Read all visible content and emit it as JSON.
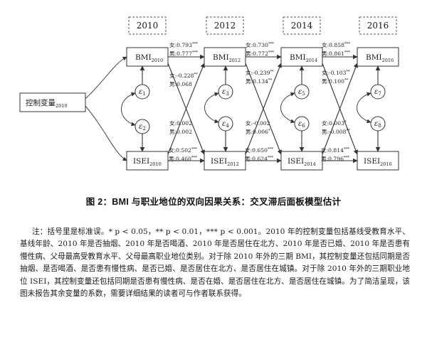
{
  "figure": {
    "years": [
      "2010",
      "2012",
      "2014",
      "2016"
    ],
    "control": {
      "name": "控制变量",
      "sub": "2010"
    },
    "bmi": [
      {
        "name": "BMI",
        "sub": "2010"
      },
      {
        "name": "BMI",
        "sub": "2012"
      },
      {
        "name": "BMI",
        "sub": "2014"
      },
      {
        "name": "BMI",
        "sub": "2016"
      }
    ],
    "isei": [
      {
        "name": "ISEI",
        "sub": "2010"
      },
      {
        "name": "ISEI",
        "sub": "2012"
      },
      {
        "name": "ISEI",
        "sub": "2014"
      },
      {
        "name": "ISEI",
        "sub": "2016"
      }
    ],
    "errors": [
      {
        "sym": "ε",
        "sub": "1"
      },
      {
        "sym": "ε",
        "sub": "2"
      },
      {
        "sym": "ε",
        "sub": "3"
      },
      {
        "sym": "ε",
        "sub": "4"
      },
      {
        "sym": "ε",
        "sub": "5"
      },
      {
        "sym": "ε",
        "sub": "6"
      },
      {
        "sym": "ε",
        "sub": "7"
      },
      {
        "sym": "ε",
        "sub": "8"
      }
    ],
    "coefficients": {
      "bmi_auto": [
        [
          {
            "g": "女",
            "v": "0.793",
            "sig": "***"
          },
          {
            "g": "男",
            "v": "0.777",
            "sig": "***"
          }
        ],
        [
          {
            "g": "女",
            "v": "0.730",
            "sig": "***"
          },
          {
            "g": "男",
            "v": "0.772",
            "sig": "***"
          }
        ],
        [
          {
            "g": "女",
            "v": "0.858",
            "sig": "***"
          },
          {
            "g": "男",
            "v": "0.861",
            "sig": "***"
          }
        ]
      ],
      "isei_auto": [
        [
          {
            "g": "女",
            "v": "0.502",
            "sig": "***"
          },
          {
            "g": "男",
            "v": "0.460",
            "sig": "***"
          }
        ],
        [
          {
            "g": "女",
            "v": "0.650",
            "sig": "***"
          },
          {
            "g": "男",
            "v": "0.624",
            "sig": "***"
          }
        ],
        [
          {
            "g": "女",
            "v": "0.814",
            "sig": "***"
          },
          {
            "g": "男",
            "v": "0.796",
            "sig": "***"
          }
        ]
      ],
      "bmi_to_isei": [
        [
          {
            "g": "女",
            "v": "-0.228",
            "sig": "**"
          },
          {
            "g": "男",
            "v": "0.068",
            "sig": ""
          }
        ],
        [
          {
            "g": "女",
            "v": "-0.239",
            "sig": "**"
          },
          {
            "g": "男",
            "v": "0.134",
            "sig": "**"
          }
        ],
        [
          {
            "g": "女",
            "v": "-0.103",
            "sig": "**"
          },
          {
            "g": "男",
            "v": "0.100",
            "sig": "**"
          }
        ]
      ],
      "isei_to_bmi": [
        [
          {
            "g": "女",
            "v": "0.002",
            "sig": ""
          },
          {
            "g": "男",
            "v": "0.002",
            "sig": ""
          }
        ],
        [
          {
            "g": "女",
            "v": "-0.002",
            "sig": ""
          },
          {
            "g": "男",
            "v": "0.006",
            "sig": "*"
          }
        ],
        [
          {
            "g": "女",
            "v": "0.003",
            "sig": "*"
          },
          {
            "g": "男",
            "v": "-0.008",
            "sig": "**"
          }
        ]
      ]
    }
  },
  "caption": "图 2：BMI 与职业地位的双向因果关系：交叉滞后面板模型估计",
  "note": "注：括号里是标准误。* p < 0.05，** p < 0.01，*** p < 0.001。2010 年的控制变量包括基线受教育水平、基线年龄、2010 年是否抽烟、2010 年是否喝酒、2010 年是否居住在北方、2010 年是否已婚、2010 年是否患有慢性病、父母最高受教育水平、父母最高职业地位类别。对于除 2010 年外的三期 BMI，其控制变量还包括同期是否抽烟、是否喝酒、是否患有慢性病、是否已婚、是否居住在北方、是否居住在城镇。对于除 2010 年外的三期职业地位 ISEI，其控制变量还包括同期是否患有慢性病、是否在婚、是否居住在北方、是否居住在城镇。为了简洁呈现，该图未报告其余变量的系数，需要详细结果的读者可与作者联系获得。"
}
